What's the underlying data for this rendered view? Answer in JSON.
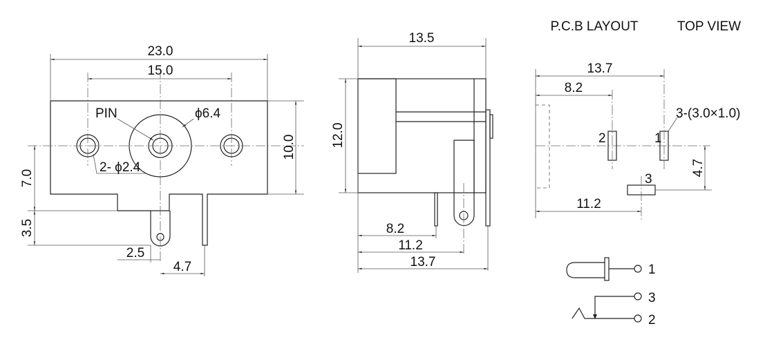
{
  "front_view": {
    "dim_width": "23.0",
    "dim_hole_spacing": "15.0",
    "dim_height": "10.0",
    "dim_center_to_base": "7.0",
    "dim_tab": "3.5",
    "dim_pin_offset": "2.5",
    "dim_pin_spacing": "4.7",
    "pin_label": "PIN",
    "dia_center": "ϕ6.4",
    "dia_holes": "2- ϕ2.4"
  },
  "side_view": {
    "dim_depth": "13.5",
    "dim_height": "12.0",
    "dim_pin_a": "8.2",
    "dim_pin_b": "11.2",
    "dim_pin_c": "13.7"
  },
  "pcb_layout": {
    "title": "P.C.B LAYOUT",
    "subtitle": "TOP VIEW",
    "dim_total": "13.7",
    "dim_pad2": "8.2",
    "dim_pad3": "11.2",
    "dim_offset": "4.7",
    "pad_spec": "3-(3.0×1.0)",
    "pad_labels": [
      "1",
      "2",
      "3"
    ]
  },
  "schematic": {
    "pins": [
      "1",
      "3",
      "2"
    ]
  }
}
